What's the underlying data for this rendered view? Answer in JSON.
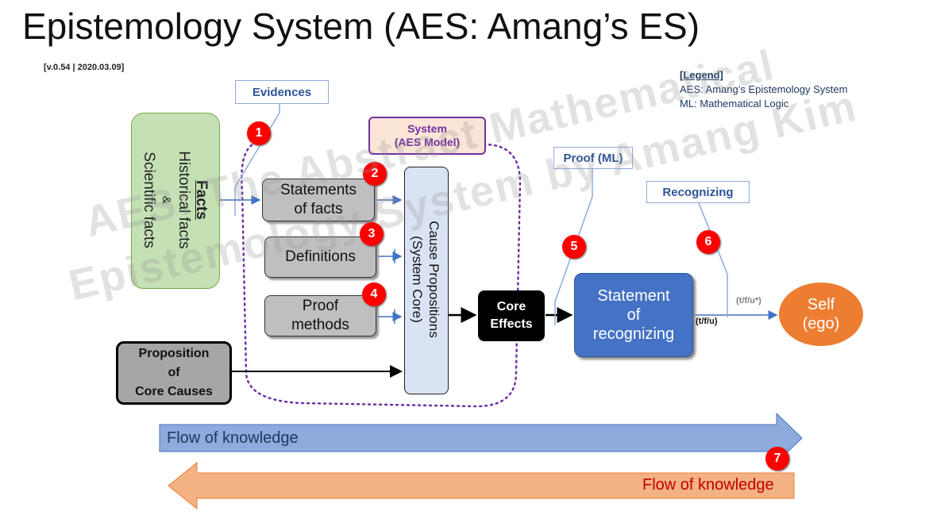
{
  "title": "Epistemology System (AES: Amang’s ES)",
  "version": "[v.0.54 | 2020.03.09]",
  "legend": {
    "heading": "[Legend]",
    "line1": "AES: Amang’s Epistemology System",
    "line2": "ML: Mathematical Logic"
  },
  "labels": {
    "evidences": "Evidences",
    "proof_ml": "Proof (ML)",
    "recognizing": "Recognizing",
    "system_line1": "System",
    "system_line2": "(AES Model)"
  },
  "facts": {
    "heading": "Facts",
    "line1": "Historical facts",
    "line2": "&",
    "line3": "Scientific facts"
  },
  "boxes": {
    "statements_l1": "Statements",
    "statements_l2": "of facts",
    "definitions": "Definitions",
    "proof_l1": "Proof",
    "proof_l2": "methods",
    "cause_l1": "Cause Propositions",
    "cause_l2": "(System Core)",
    "core_l1": "Core",
    "core_l2": "Effects",
    "proposition_l1": "Proposition",
    "proposition_l2": "of",
    "proposition_l3": "Core Causes",
    "recog_l1": "Statement",
    "recog_l2": "of",
    "recog_l3": "recognizing",
    "self_l1": "Self",
    "self_l2": "(ego)"
  },
  "truth_labels": {
    "tfu": "(t/f/u)",
    "tfu_star": "(t/f/u*)"
  },
  "badges": [
    "1",
    "2",
    "3",
    "4",
    "5",
    "6",
    "7"
  ],
  "flows": {
    "forward": "Flow of knowledge",
    "backward": "Flow of knowledge"
  },
  "watermark": {
    "line1": "AES: The Abstract Mathematical",
    "line2": "Epistemology System by Amang Kim"
  },
  "colors": {
    "facts_fill": "#c5e0b4",
    "grey_box": "#bfbfbf",
    "cause_fill": "#dae3f3",
    "system_border": "#7030a0",
    "recog_fill": "#4472c4",
    "self_fill": "#ed7d31",
    "badge": "#ff0000",
    "flow_forward": "#8faadc",
    "flow_backward": "#f4b183"
  }
}
